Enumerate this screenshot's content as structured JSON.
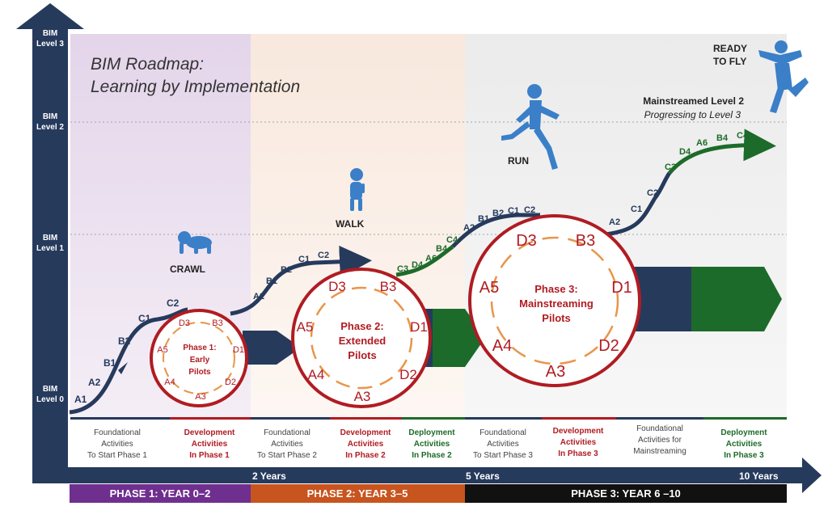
{
  "title": {
    "line1": "BIM Roadmap:",
    "line2": "Learning by Implementation"
  },
  "axis_levels": [
    {
      "line1": "BIM",
      "line2": "Level 3"
    },
    {
      "line1": "BIM",
      "line2": "Level 2"
    },
    {
      "line1": "BIM",
      "line2": "Level 1"
    },
    {
      "line1": "BIM",
      "line2": "Level 0"
    }
  ],
  "stages": {
    "crawl": "CRAWL",
    "walk": "WALK",
    "run": "RUN",
    "fly_1": "READY",
    "fly_2": "TO FLY"
  },
  "level2_note": {
    "main": "Mainstreamed Level 2",
    "sub": "Progressing to Level 3"
  },
  "curve_labels": {
    "seg1": [
      "A1",
      "A2",
      "B1",
      "B2",
      "C1",
      "C2"
    ],
    "seg2": [
      "A2",
      "B1",
      "B2",
      "C1",
      "C2"
    ],
    "seg3_green": [
      "C3",
      "D4",
      "A6",
      "B4",
      "C4"
    ],
    "seg3_blue": [
      "A2",
      "B1",
      "B2",
      "C1",
      "C2"
    ],
    "seg4_blue": [
      "A2",
      "C1",
      "C2"
    ],
    "seg4_green": [
      "C3",
      "D4",
      "A6",
      "B4",
      "C4"
    ]
  },
  "phase1_circle": {
    "title_1": "Phase 1:",
    "title_2": "Early",
    "title_3": "Pilots",
    "nodes": [
      "D3",
      "B3",
      "D1",
      "D2",
      "A3",
      "A4",
      "A5"
    ]
  },
  "phase2_circle": {
    "title_1": "Phase 2:",
    "title_2": "Extended",
    "title_3": "Pilots",
    "nodes": [
      "D3",
      "B3",
      "D1",
      "D2",
      "A3",
      "A4",
      "A5"
    ]
  },
  "phase3_circle": {
    "title_1": "Phase 3:",
    "title_2": "Mainstreaming",
    "title_3": "Pilots",
    "nodes": [
      "D3",
      "B3",
      "D1",
      "D2",
      "A3",
      "A4",
      "A5"
    ]
  },
  "activities": [
    {
      "l1": "Foundational",
      "l2": "Activities",
      "l3": "To Start Phase 1",
      "kind": "found"
    },
    {
      "l1": "Development",
      "l2": "Activities",
      "l3": "In Phase 1",
      "kind": "dev"
    },
    {
      "l1": "Foundational",
      "l2": "Activities",
      "l3": "To Start Phase 2",
      "kind": "found"
    },
    {
      "l1": "Development",
      "l2": "Activities",
      "l3": "In Phase 2",
      "kind": "dev"
    },
    {
      "l1": "Deployment",
      "l2": "Activities",
      "l3": "In Phase 2",
      "kind": "dep"
    },
    {
      "l1": "Foundational",
      "l2": "Activities",
      "l3": "To Start Phase 3",
      "kind": "found"
    },
    {
      "l1": "Development",
      "l2": "Activities",
      "l3": "In Phase 3",
      "kind": "dev"
    },
    {
      "l1": "Foundational",
      "l2": "Activities for",
      "l3": "Mainstreaming",
      "kind": "found"
    },
    {
      "l1": "Deployment",
      "l2": "Activities",
      "l3": "In Phase 3",
      "kind": "dep"
    }
  ],
  "time_ticks": [
    "2 Years",
    "5 Years",
    "10 Years"
  ],
  "phases": [
    "PHASE 1: YEAR 0–2",
    "PHASE 2: YEAR 3–5",
    "PHASE 3: YEAR 6 –10"
  ],
  "colors": {
    "navy": "#263a5c",
    "red": "#b01c22",
    "green": "#1d6b2a",
    "orange": "#e8954a",
    "figure": "#3a7fc8",
    "phase1": "#6f2f8f",
    "phase2": "#c8541f",
    "phase3": "#111111",
    "bg1": "#ede4f0",
    "bg2": "#fbf1ea",
    "bg3": "#eeeeee"
  }
}
